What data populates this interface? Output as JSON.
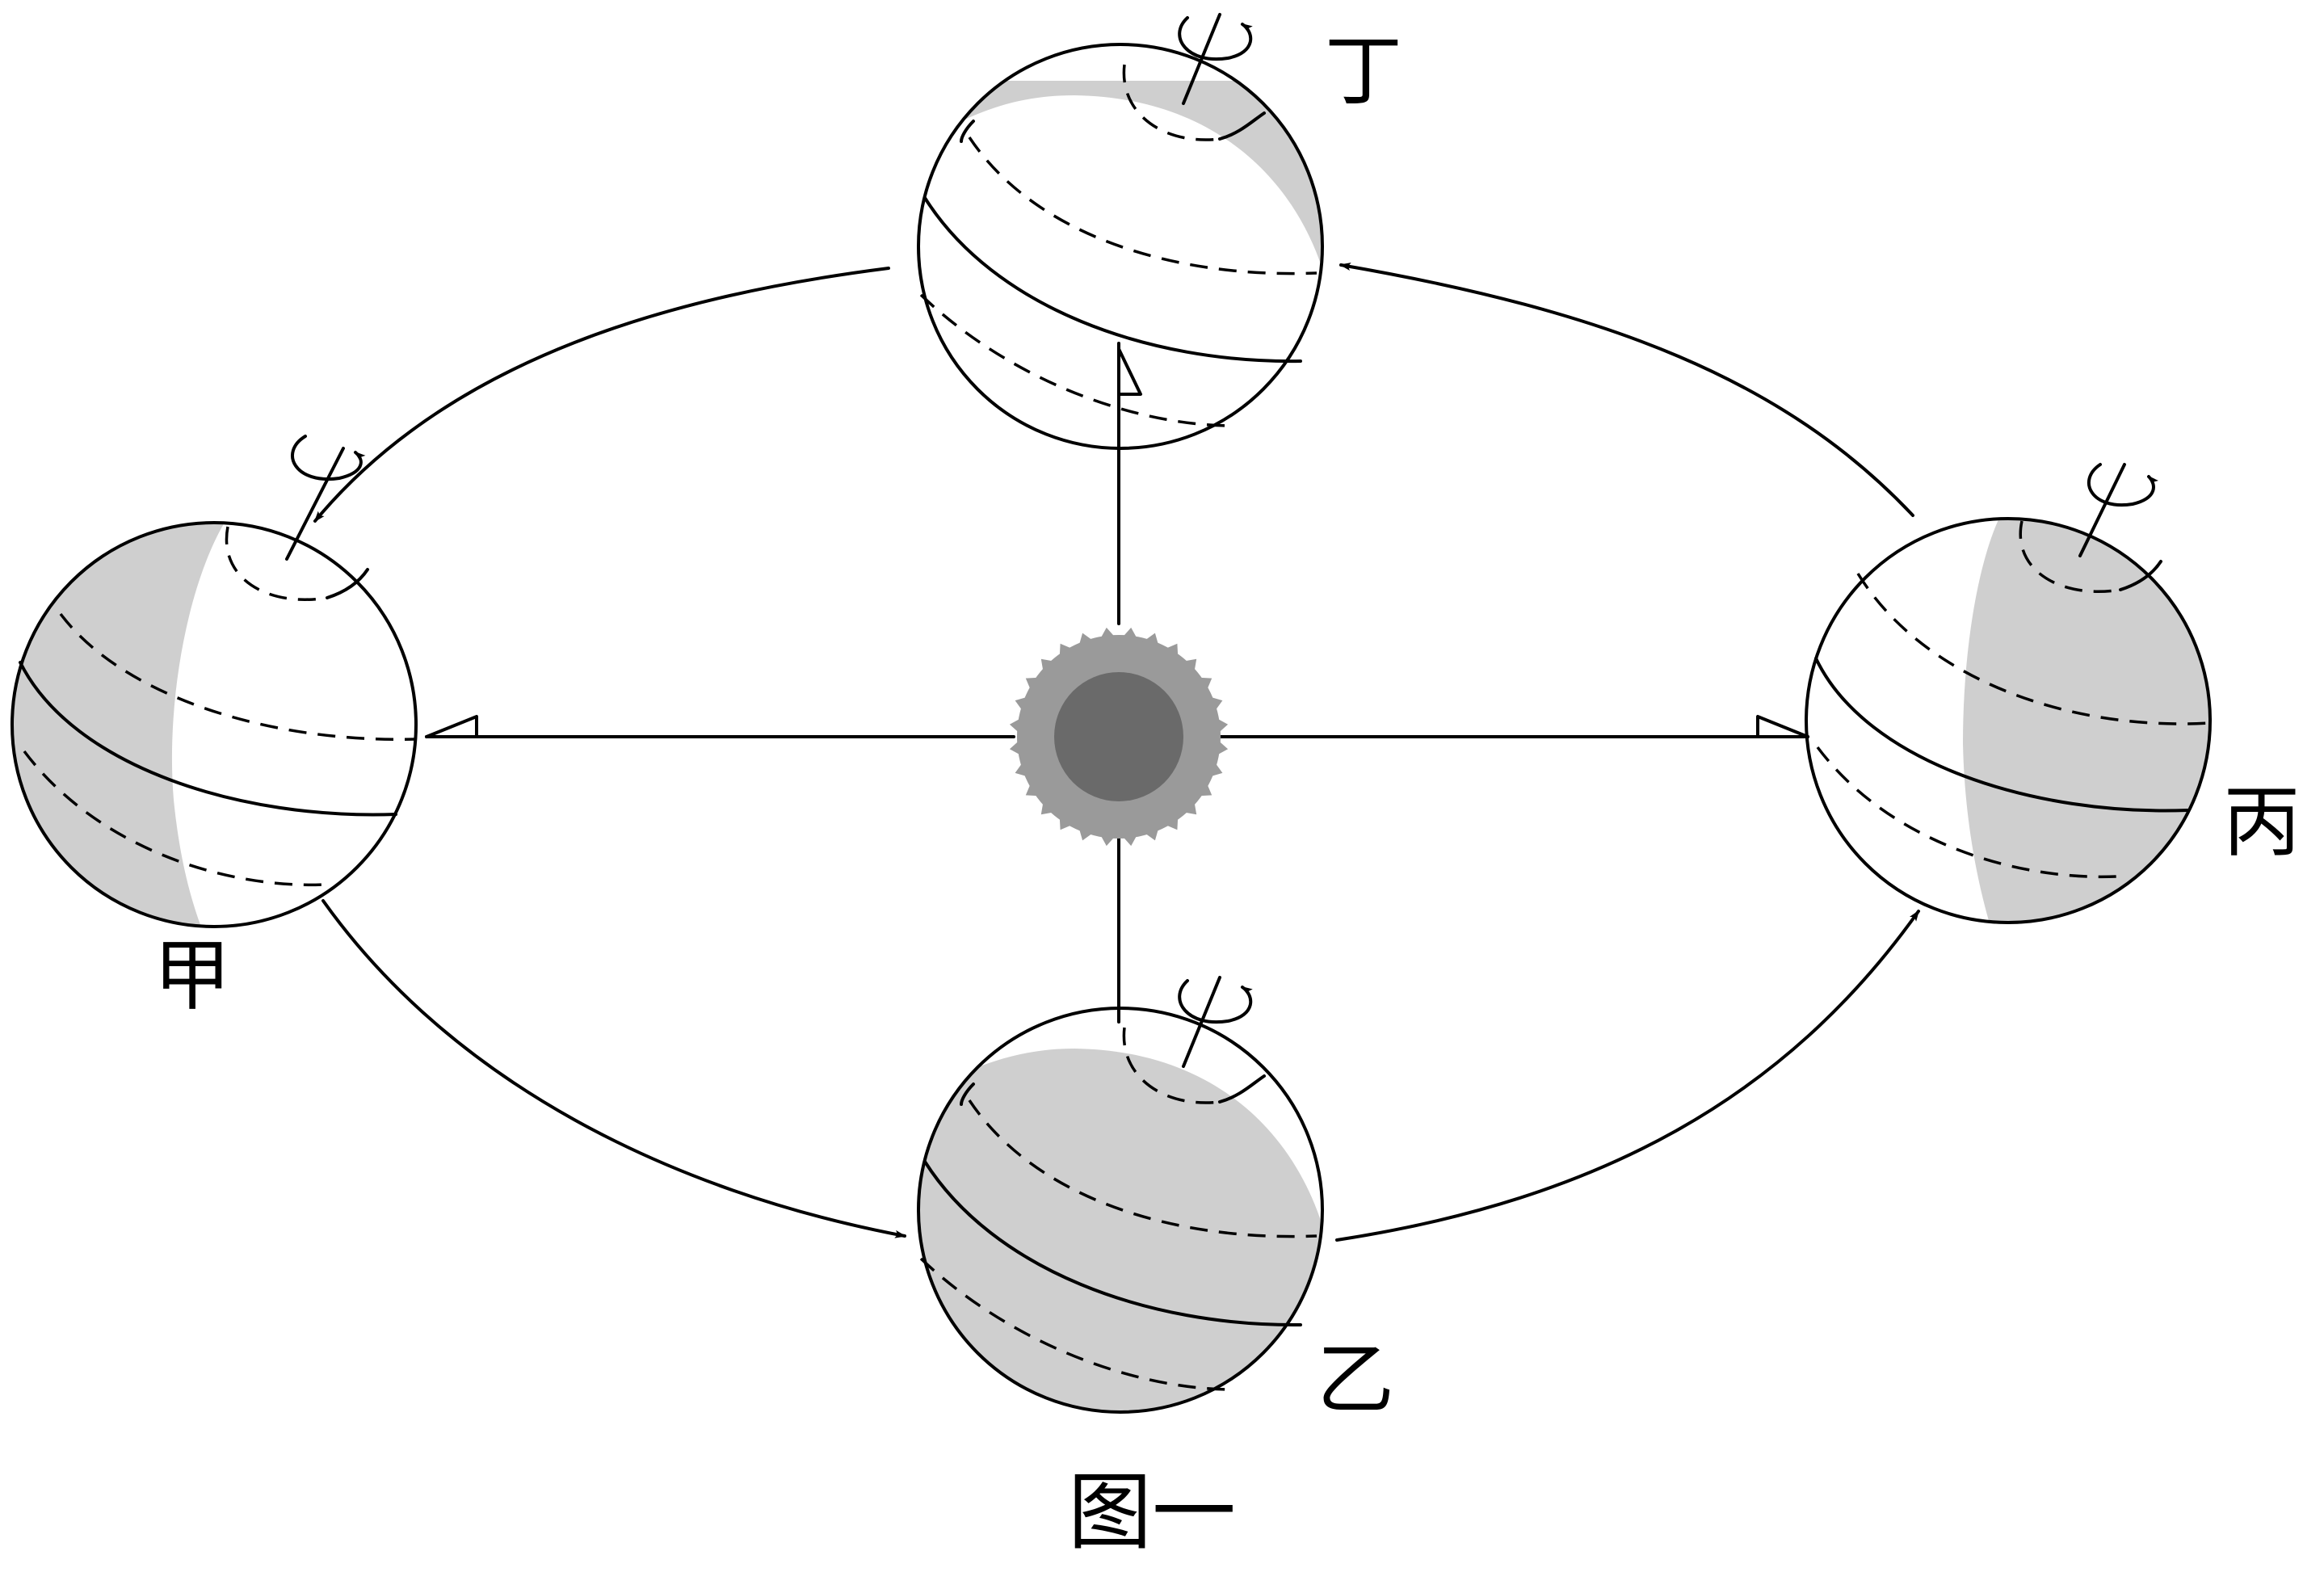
{
  "labels": {
    "ding": "丁",
    "jia": "甲",
    "bing": "丙",
    "yi": "乙"
  },
  "caption": "图一",
  "colors": {
    "night_shade": "#cfcfcf",
    "sun_core": "#6a6a6a",
    "sun_corona": "#9a9a9a",
    "line": "#000000"
  },
  "icons": {
    "sun": "sun-icon",
    "rotation": "rotation-arrow-icon",
    "orbit_arrow": "orbit-arrow-icon"
  }
}
